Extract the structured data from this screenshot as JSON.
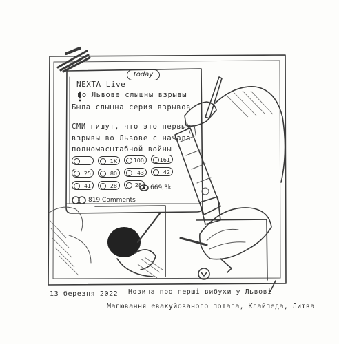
{
  "post": {
    "date_badge": "today",
    "channel": "NEXTA Live",
    "lines": [
      "во Львове слышны взрывы",
      "Была слышна серия взрывов",
      "СМИ пишут, что это первые",
      "взрывы во Львове с начала",
      "полномасштабной войны"
    ],
    "exclamation": "!",
    "reactions": [
      {
        "icon": "thumbs-up-icon",
        "count": ""
      },
      {
        "icon": "smile-icon",
        "count": "1K"
      },
      {
        "icon": "fire-icon",
        "count": "100"
      },
      {
        "icon": "sad-icon",
        "count": "161"
      },
      {
        "icon": "laugh-icon",
        "count": "25"
      },
      {
        "icon": "cry-icon",
        "count": "80"
      },
      {
        "icon": "shock-icon",
        "count": "43"
      },
      {
        "icon": "angry-icon",
        "count": "42"
      },
      {
        "icon": "heart-icon",
        "count": "41"
      },
      {
        "icon": "pray-icon",
        "count": "28"
      },
      {
        "icon": "clap-icon",
        "count": "28"
      }
    ],
    "views": "669,3k",
    "comments": "819 Comments"
  },
  "caption": {
    "date": "13 березня 2022",
    "title": "Новина про перші вибухи у Львові",
    "subtitle": "Малювання евакуйованого потага, Клайпеда, Литва"
  },
  "colors": {
    "pencil": "#3a3a3a",
    "paper": "#fdfdfb"
  }
}
